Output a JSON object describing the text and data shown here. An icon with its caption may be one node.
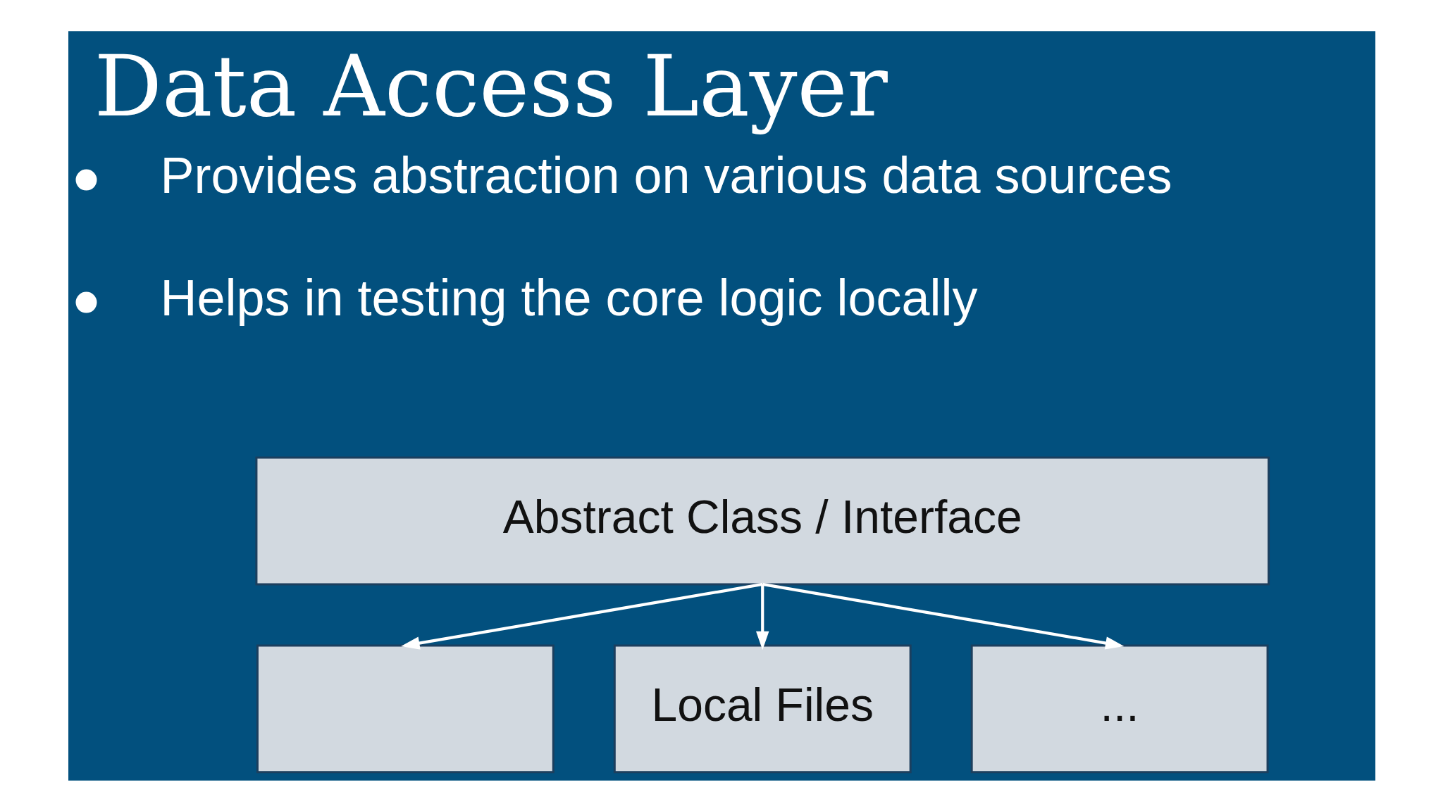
{
  "diagram": {
    "title": "Data Access Layer",
    "nodes": [
      {
        "text": [
          "Abstract Class / Interface"
        ]
      },
      {
        "text": [],
        "shape": "box"
      },
      {
        "text": [
          "Local Files"
        ]
      },
      {
        "text": [
          "..."
        ]
      }
    ],
    "edges": [
      {
        "from": 0,
        "to": 1,
        "arrow": "to"
      },
      {
        "from": 0,
        "to": 2,
        "arrow": "to"
      },
      {
        "from": 0,
        "to": 3,
        "arrow": "to"
      }
    ],
    "labels": [
      "Provides abstraction on various data sources",
      "Helps in testing the core logic locally"
    ]
  }
}
